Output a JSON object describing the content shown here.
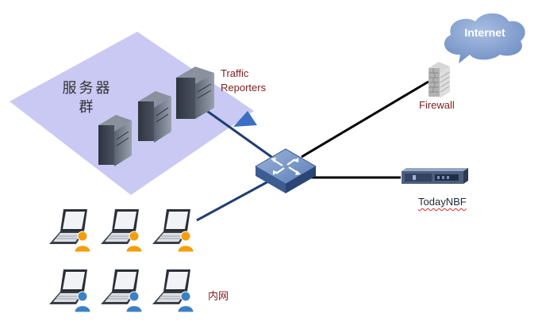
{
  "diagram": {
    "server_group_label": "服务器\n群",
    "traffic_reporters_label": "Traffic\nReporters",
    "firewall_label": "Firewall",
    "todaynbf_label": "TodayNBF",
    "intranet_label": "内网",
    "internet_label": "Internet",
    "user_groups": [
      {
        "row": 1,
        "count": 3,
        "user_color": "#f59e0b"
      },
      {
        "row": 2,
        "count": 3,
        "user_color": "#3b82c4"
      }
    ]
  }
}
